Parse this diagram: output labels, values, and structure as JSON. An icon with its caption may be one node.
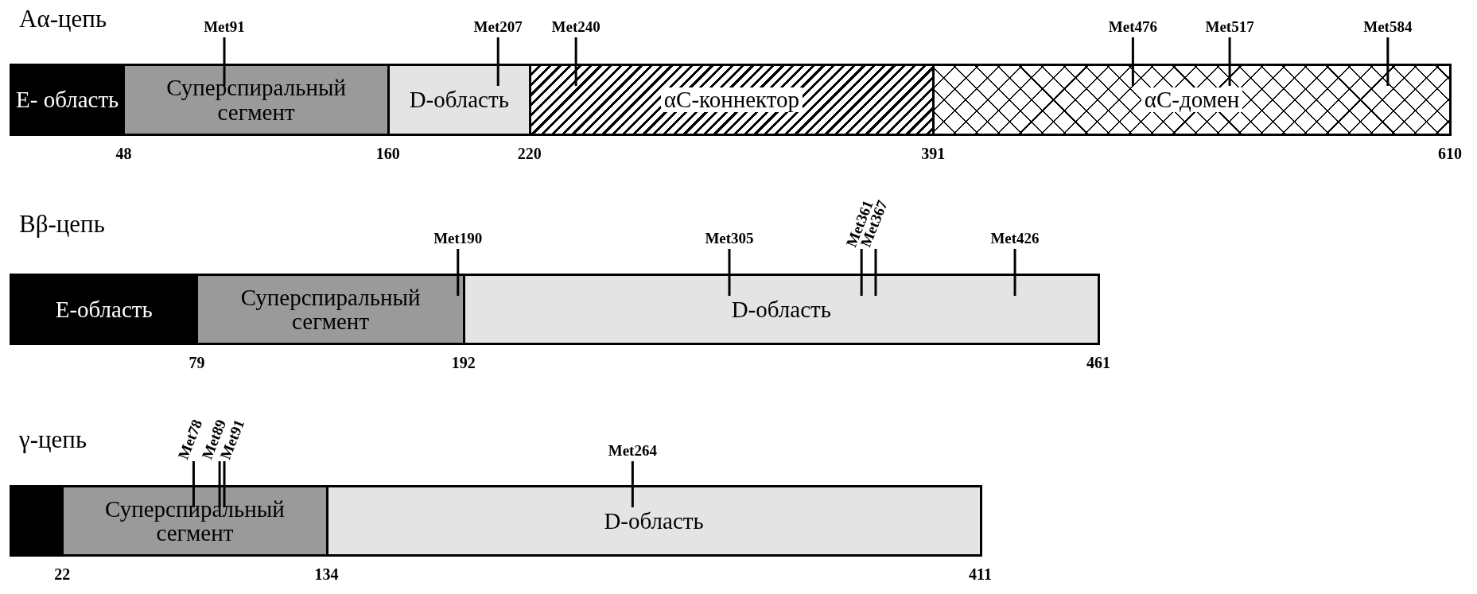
{
  "diagram": {
    "nodes": [
      {
        "text": [
          "E- область"
        ]
      },
      {
        "text": [
          "Суперспиральный сегмент"
        ]
      },
      {
        "text": [
          "D-область"
        ]
      },
      {
        "text": [
          "αC-коннектор"
        ]
      },
      {
        "text": [
          "αC-домен"
        ]
      },
      {
        "text": [
          "Met91"
        ]
      },
      {
        "text": [
          "Met207"
        ]
      },
      {
        "text": [
          "Met240"
        ]
      },
      {
        "text": [
          "Met476"
        ]
      },
      {
        "text": [
          "Met517"
        ]
      },
      {
        "text": [
          "Met584"
        ]
      },
      {
        "text": [
          "E-область"
        ]
      },
      {
        "text": [
          "Суперспиральный сегмент"
        ]
      },
      {
        "text": [
          "D-область"
        ]
      },
      {
        "text": [
          "Met190"
        ]
      },
      {
        "text": [
          "Met305"
        ]
      },
      {
        "text": [
          "Met361"
        ]
      },
      {
        "text": [
          "Met367"
        ]
      },
      {
        "text": [
          "Met426"
        ]
      },
      {
        "text": [],
        "shape": "bar"
      },
      {
        "text": [
          "Суперспиральный сегмент"
        ]
      },
      {
        "text": [
          "D-область"
        ]
      },
      {
        "text": [
          "Met78"
        ]
      },
      {
        "text": [
          "Met89"
        ]
      },
      {
        "text": [
          "Met91"
        ]
      },
      {
        "text": [
          "Met264"
        ]
      }
    ],
    "edges": [
      {
        "from": 5,
        "to": 1,
        "arrow": "none"
      },
      {
        "from": 6,
        "to": 2,
        "arrow": "none"
      },
      {
        "from": 7,
        "to": 3,
        "arrow": "none"
      },
      {
        "from": 8,
        "to": 4,
        "arrow": "none"
      },
      {
        "from": 9,
        "to": 4,
        "arrow": "none"
      },
      {
        "from": 10,
        "to": 4,
        "arrow": "none"
      },
      {
        "from": 14,
        "to": 12,
        "arrow": "none"
      },
      {
        "from": 15,
        "to": 13,
        "arrow": "none"
      },
      {
        "from": 16,
        "to": 13,
        "arrow": "none"
      },
      {
        "from": 17,
        "to": 13,
        "arrow": "none"
      },
      {
        "from": 18,
        "to": 13,
        "arrow": "none"
      },
      {
        "from": 22,
        "to": 20,
        "arrow": "none"
      },
      {
        "from": 23,
        "to": 20,
        "arrow": "none"
      },
      {
        "from": 24,
        "to": 20,
        "arrow": "none"
      },
      {
        "from": 25,
        "to": 21,
        "arrow": "none"
      }
    ],
    "labels": [
      "Aα-цепь",
      "48",
      "160",
      "220",
      "391",
      "610",
      "Bβ-цепь",
      "79",
      "192",
      "461",
      "γ-цепь",
      "22",
      "134",
      "411"
    ]
  }
}
